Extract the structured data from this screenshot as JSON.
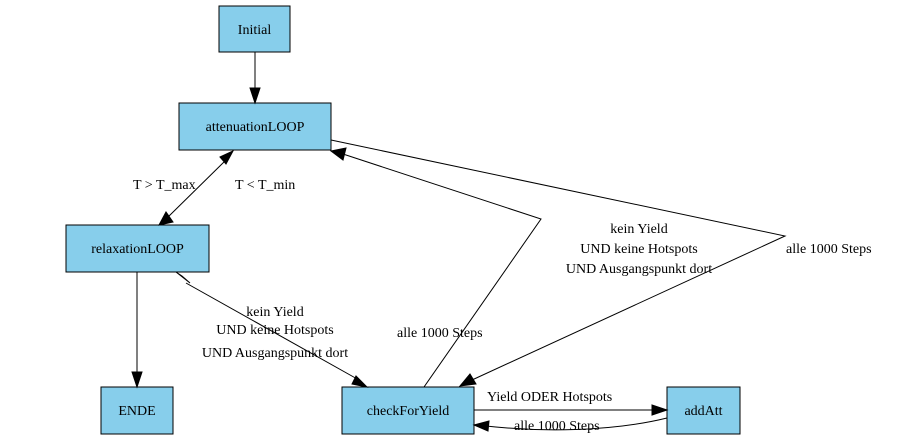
{
  "colors": {
    "node_fill": "#87ceeb",
    "stroke": "#000000",
    "background": "#ffffff"
  },
  "nodes": {
    "initial": "Initial",
    "attenuation": "attenuationLOOP",
    "relaxation": "relaxationLOOP",
    "ende": "ENDE",
    "check": "checkForYield",
    "addatt": "addAtt"
  },
  "edge_labels": {
    "relax_to_atten": "T > T_max",
    "atten_to_relax": "T < T_min",
    "check_to_relax": [
      "kein Yield",
      "UND keine Hotspots",
      "UND Ausgangspunkt dort"
    ],
    "check_to_atten": "alle 1000 Steps",
    "atten_to_check_long": [
      "kein Yield",
      "UND keine Hotspots",
      "UND Ausgangspunkt dort"
    ],
    "atten_to_check_steps": "alle 1000 Steps",
    "check_to_addatt": "Yield ODER Hotspots",
    "addatt_to_check": "alle 1000 Steps"
  }
}
